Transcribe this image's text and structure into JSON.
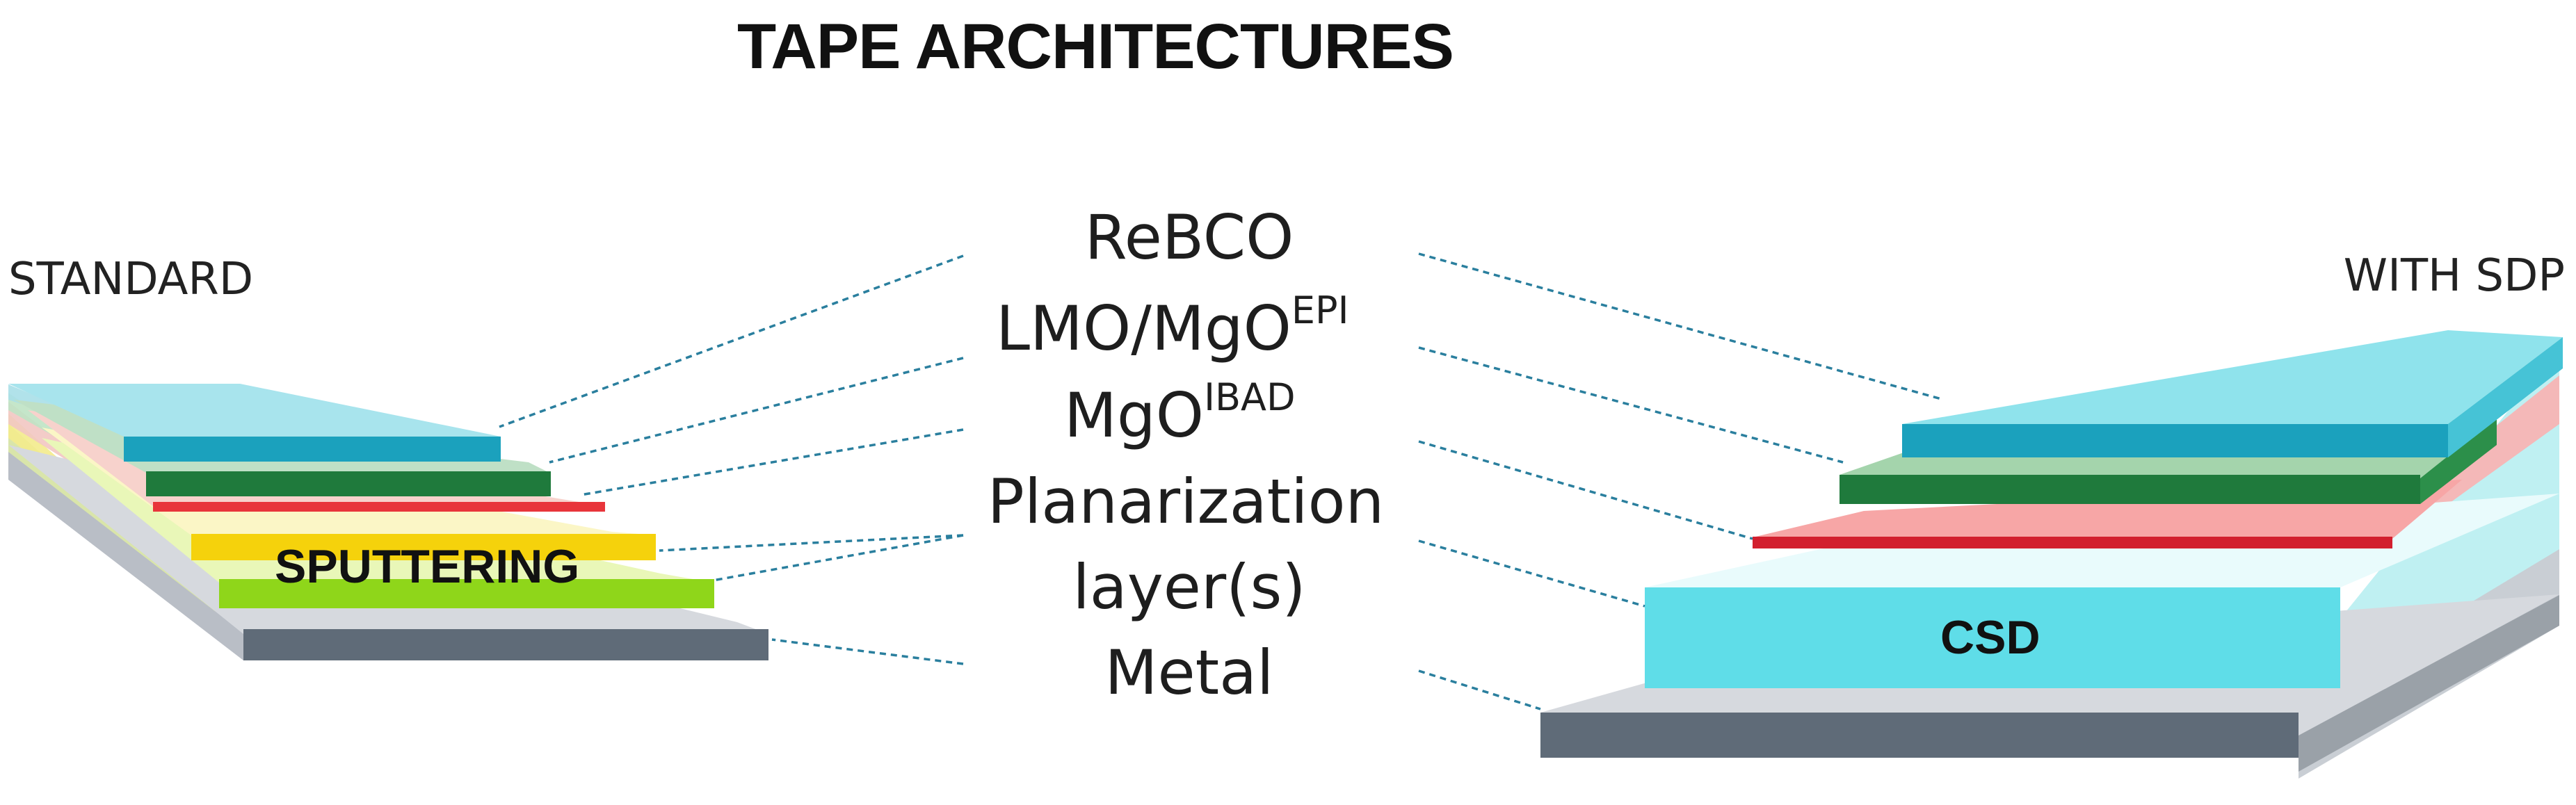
{
  "title": "TAPE ARCHITECTURES",
  "left_label": "STANDARD",
  "right_label": "WITH SDP",
  "layers": [
    {
      "id": "rebco",
      "text": "ReBCO",
      "sup": ""
    },
    {
      "id": "lmo",
      "text": "LMO/MgO",
      "sup": "EPI"
    },
    {
      "id": "mgo",
      "text": "MgO",
      "sup": "IBAD"
    },
    {
      "id": "planar1",
      "text": "Planarization",
      "sup": ""
    },
    {
      "id": "planar2",
      "text": "layer(s)",
      "sup": ""
    },
    {
      "id": "metal",
      "text": "Metal",
      "sup": ""
    }
  ],
  "left_process_label": "SPUTTERING",
  "right_process_label": "CSD",
  "colors": {
    "rebco": "#1ba1bd",
    "lmo": "#1f7a3c",
    "mgo": "#e8353b",
    "sputter_yellow": "#f5d20c",
    "sputter_green": "#8fd61a",
    "csd": "#5fdde8",
    "metal": "#5f6b78",
    "leader": "#2a7f9e"
  }
}
